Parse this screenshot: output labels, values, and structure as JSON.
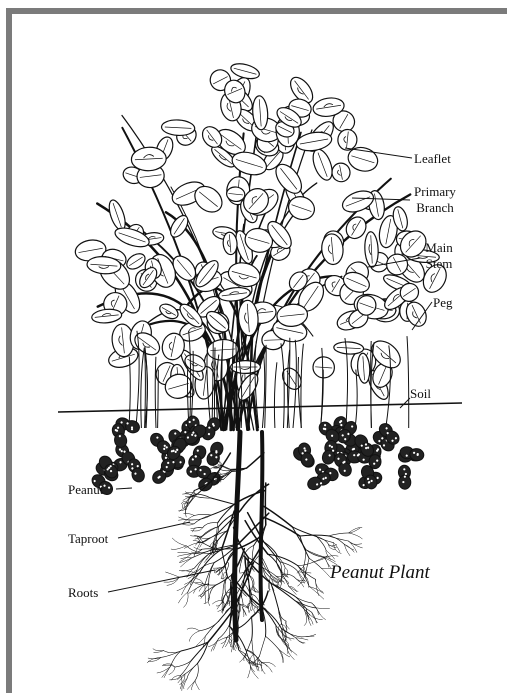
{
  "figure": {
    "title": "Peanut Plant",
    "labels": {
      "leaflet": "Leaflet",
      "primary_branch_1": "Primary",
      "primary_branch_2": "Branch",
      "main_stem_1": "Main",
      "main_stem_2": "Stem",
      "peg": "Peg",
      "soil": "Soil",
      "peanut": "Peanut",
      "taproot": "Taproot",
      "roots": "Roots"
    }
  },
  "colors": {
    "ink": "#111111",
    "frame": "#7b7b7b",
    "background": "#ffffff"
  }
}
